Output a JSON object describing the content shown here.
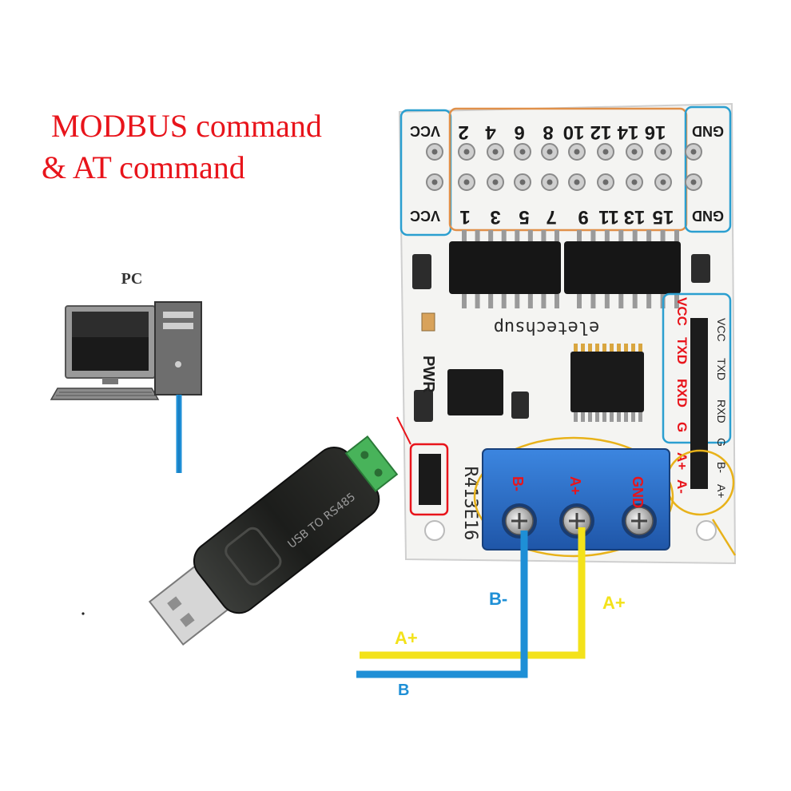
{
  "title": {
    "line1": "MODBUS command",
    "line2": "& AT command"
  },
  "pc": {
    "label": "PC"
  },
  "board": {
    "top_header_labels": [
      "VCC",
      "2",
      "4",
      "6",
      "8",
      "10",
      "12",
      "14",
      "16",
      "GND"
    ],
    "bottom_header_labels": [
      "VCC",
      "1",
      "3",
      "5",
      "7",
      "9",
      "11",
      "13",
      "15",
      "GND"
    ],
    "brand": "eletechsup",
    "model": "R413E16",
    "pwr_label": "PWR",
    "side_labels_red": [
      "VCC",
      "TXD",
      "RXD",
      "G",
      "A+",
      "A-"
    ],
    "side_labels_black": [
      "VCC",
      "TXD",
      "RXD",
      "G",
      "B-",
      "A+"
    ],
    "terminal_labels": [
      "B-",
      "A+",
      "GND"
    ]
  },
  "wires": {
    "b_label": "B-",
    "a_label": "A+",
    "dongle_a_label": "A+",
    "dongle_b_label": "B"
  },
  "dongle": {
    "text": "USB TO RS485"
  },
  "colors": {
    "title": "#e8141b",
    "wire_blue": "#1e8fd6",
    "wire_yellow": "#f3e21a",
    "terminal_blue": "#2a6fc9",
    "outline_blue": "#2b9fd0",
    "outline_orange": "#e0904a",
    "outline_yellow": "#e8b21a",
    "label_red": "#e8141b"
  }
}
